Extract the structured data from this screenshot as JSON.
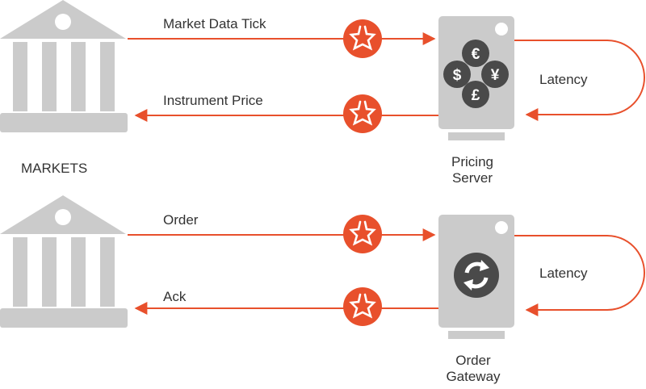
{
  "colors": {
    "accent": "#e8502c",
    "building": "#cbcbcb",
    "server": "#cbcbcb",
    "server_icon": "#4a4a4a",
    "text": "#333333"
  },
  "markets": {
    "label": "MARKETS",
    "icon": "bank-building-icon"
  },
  "pricing_flow": {
    "outbound_label": "Market Data Tick",
    "inbound_label": "Instrument Price",
    "loop_label": "Latency",
    "server_label_line1": "Pricing",
    "server_label_line2": "Server",
    "server_icon": "currency-symbols-icon",
    "currencies": [
      "€",
      "$",
      "¥",
      "£"
    ],
    "event_icon": "star-burst-icon"
  },
  "order_flow": {
    "outbound_label": "Order",
    "inbound_label": "Ack",
    "loop_label": "Latency",
    "server_label_line1": "Order",
    "server_label_line2": "Gateway",
    "server_icon": "refresh-sync-icon",
    "event_icon": "star-burst-icon"
  }
}
